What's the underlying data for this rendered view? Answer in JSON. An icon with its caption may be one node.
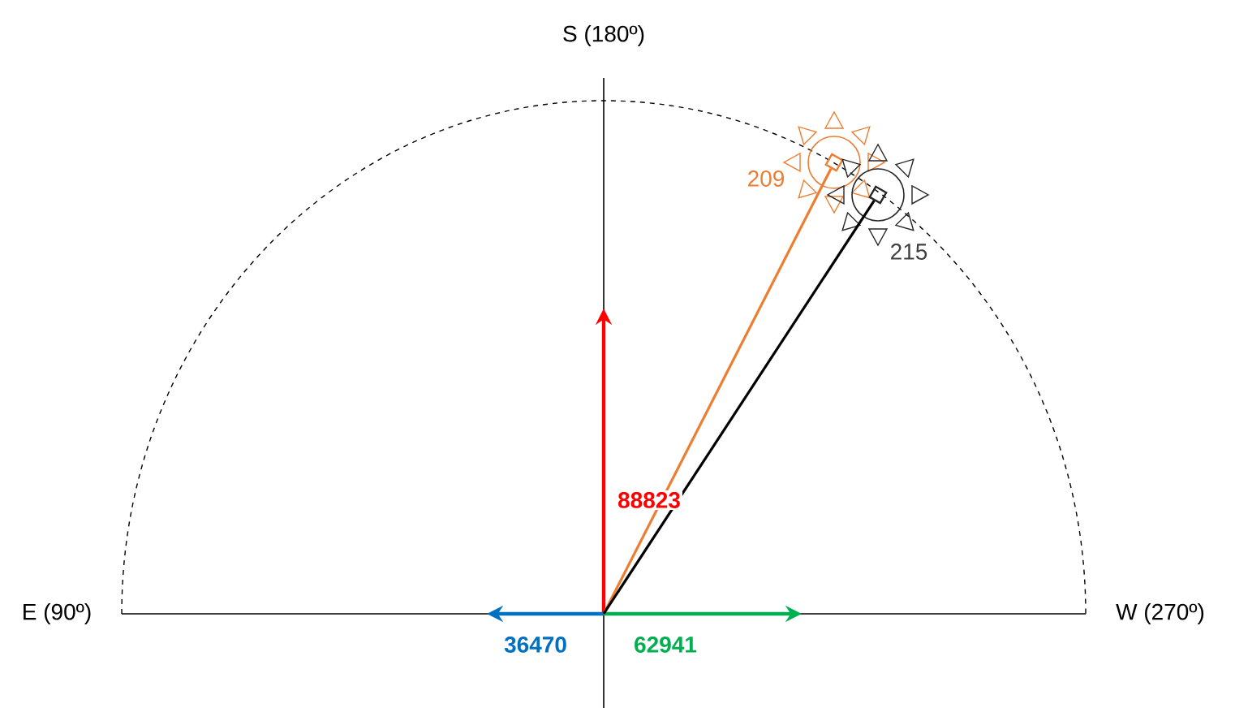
{
  "diagram": {
    "nodes": [
      {
        "text": [],
        "shape": "sun",
        "beside": [
          "209"
        ]
      },
      {
        "text": [],
        "shape": "sun",
        "beside": [
          "215"
        ]
      }
    ],
    "edges": [
      {
        "from": null,
        "to": 0,
        "arrow": "none",
        "color": "#ed7d31"
      },
      {
        "from": null,
        "to": 1,
        "arrow": "none",
        "color": "#000000"
      }
    ],
    "labels": [
      "S (180º)",
      "88823",
      "E (90º)",
      "W (270º)",
      "36470",
      "62941"
    ]
  }
}
